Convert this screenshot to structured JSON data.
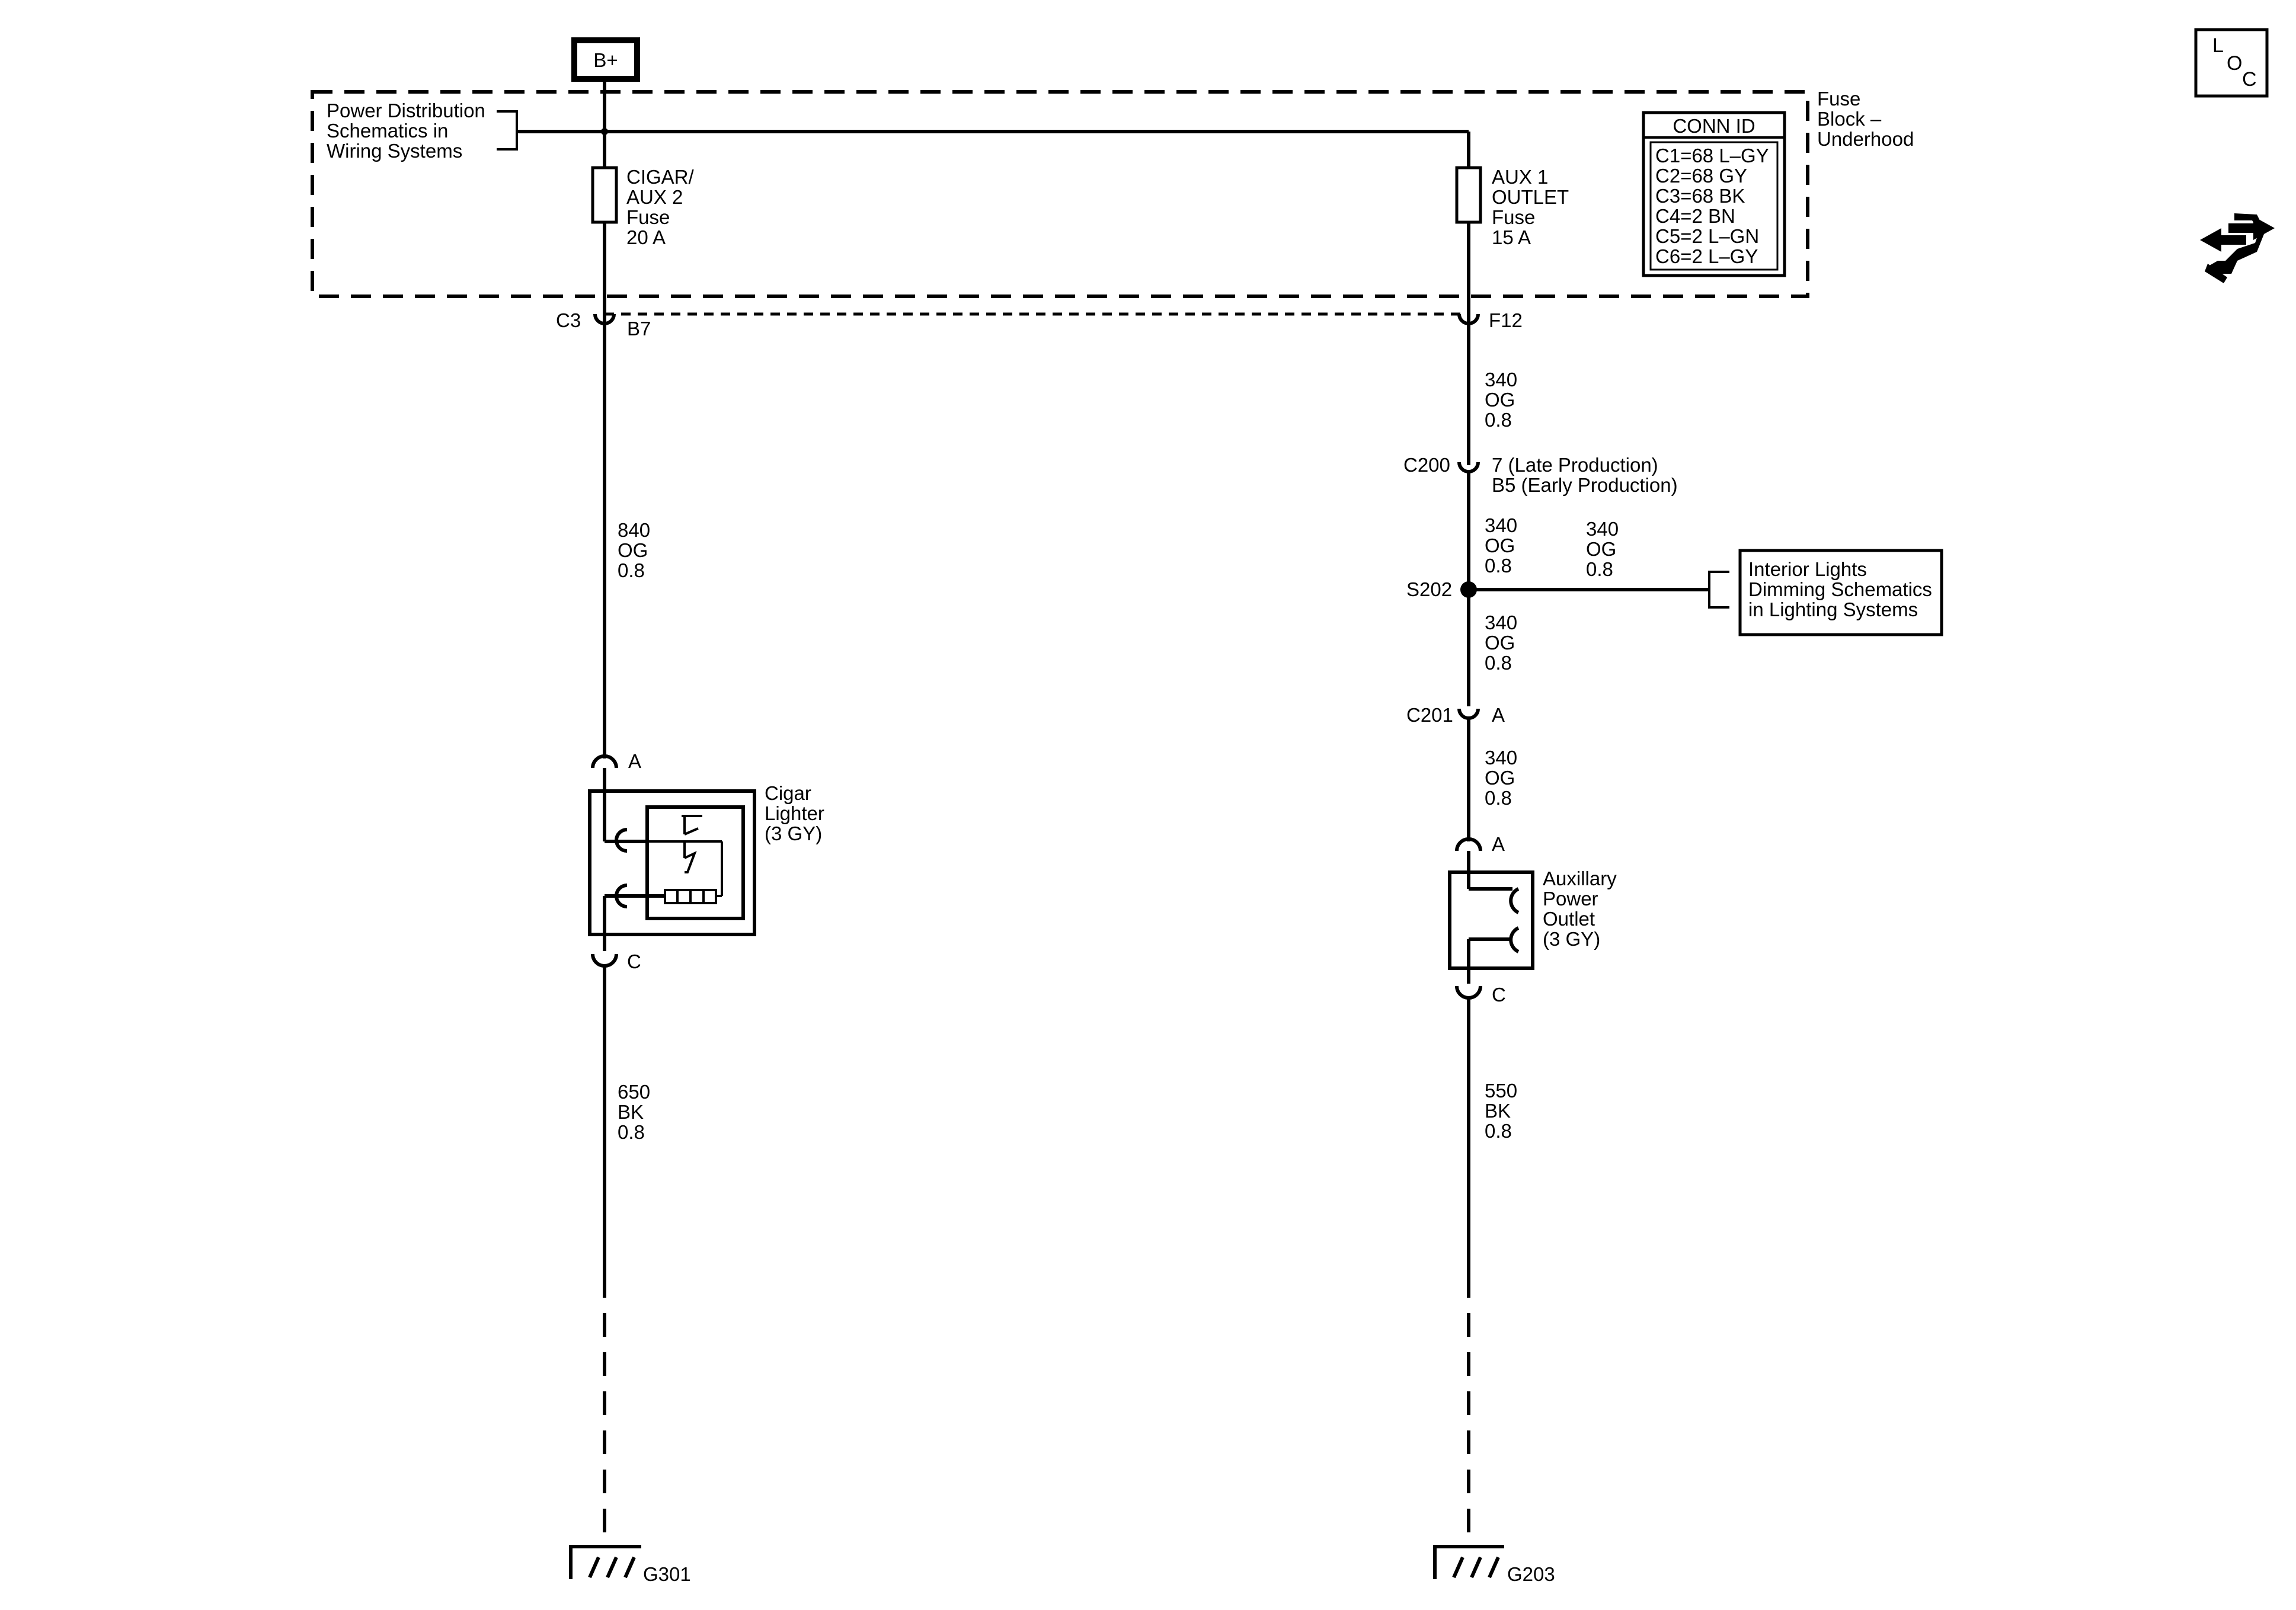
{
  "battery_label": "B+",
  "power_distribution_ref": [
    "Power Distribution",
    "Schematics in",
    "Wiring Systems"
  ],
  "fuse_block": {
    "label": [
      "Fuse",
      "Block –",
      "Underhood"
    ],
    "fuse_left": [
      "CIGAR/",
      "AUX 2",
      "Fuse",
      "20 A"
    ],
    "fuse_right": [
      "AUX 1",
      "OUTLET",
      "Fuse",
      "15 A"
    ]
  },
  "conn_id": {
    "title": "CONN ID",
    "rows": [
      "C1=68 L–GY",
      "C2=68 GY",
      "C3=68 BK",
      "C4=2 BN",
      "C5=2 L–GN",
      "C6=2 L–GY"
    ]
  },
  "connectors": {
    "c3": "C3",
    "b7": "B7",
    "f12": "F12",
    "c200": "C200",
    "c200_pin_late": "7 (Late Production)",
    "c200_pin_early": "B5 (Early Production)",
    "s202": "S202",
    "c201": "C201",
    "c201_pin": "A",
    "lighter_pin_a": "A",
    "lighter_pin_c": "C",
    "outlet_pin_a": "A",
    "outlet_pin_c": "C"
  },
  "wires": {
    "w840": [
      "840",
      "OG",
      "0.8"
    ],
    "w650": [
      "650",
      "BK",
      "0.8"
    ],
    "w340_a": [
      "340",
      "OG",
      "0.8"
    ],
    "w340_b": [
      "340",
      "OG",
      "0.8"
    ],
    "w340_branch": [
      "340",
      "OG",
      "0.8"
    ],
    "w340_c": [
      "340",
      "OG",
      "0.8"
    ],
    "w340_d": [
      "340",
      "OG",
      "0.8"
    ],
    "w550": [
      "550",
      "BK",
      "0.8"
    ]
  },
  "interior_lights_ref": [
    "Interior Lights",
    "Dimming Schematics",
    "in Lighting Systems"
  ],
  "cigar_lighter": [
    "Cigar",
    "Lighter",
    "(3 GY)"
  ],
  "aux_outlet": [
    "Auxillary",
    "Power",
    "Outlet",
    "(3 GY)"
  ],
  "grounds": {
    "left": "G301",
    "right": "G203"
  },
  "loc_icon": [
    "L",
    "O",
    "C"
  ],
  "icons": [
    "location-icon",
    "arrows-icon"
  ]
}
